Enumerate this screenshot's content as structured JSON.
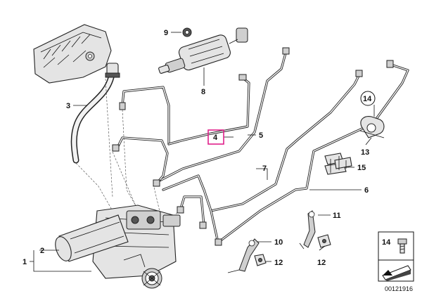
{
  "diagram": {
    "callouts": {
      "c1": "1",
      "c2": "2",
      "c3": "3",
      "c4": "4",
      "c5": "5",
      "c6": "6",
      "c7": "7",
      "c8": "8",
      "c9": "9",
      "c10": "10",
      "c11": "11",
      "c12a": "12",
      "c12b": "12",
      "c13": "13",
      "c14": "14",
      "c15": "15"
    },
    "legend_box": {
      "number": "14"
    },
    "catalog_number": "00121916",
    "highlight_color": "#e0208a"
  }
}
